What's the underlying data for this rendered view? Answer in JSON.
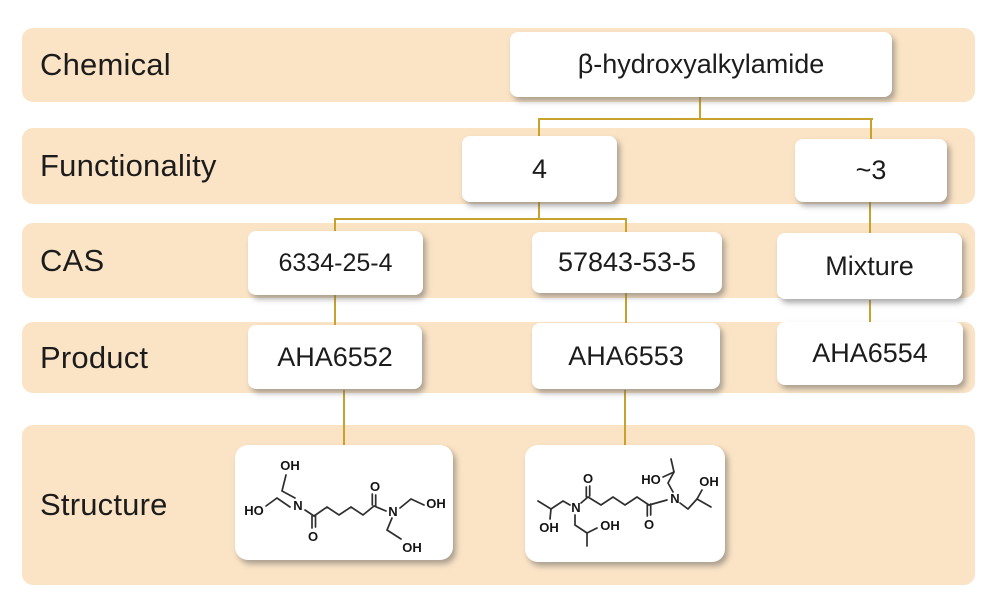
{
  "palette": {
    "background": "#ffffff",
    "band": "#fbe4c6",
    "connector": "#c7a32d",
    "box_bg": "#ffffff",
    "text": "#1c1c1c",
    "bond": "#2e2e2e"
  },
  "row_labels": {
    "chemical": "Chemical",
    "functionality": "Functionality",
    "cas": "CAS",
    "product": "Product",
    "structure": "Structure"
  },
  "nodes": {
    "chemical": "β-hydroxyalkylamide",
    "functionality_4": "4",
    "functionality_3": "~3",
    "cas_1": "6334-25-4",
    "cas_2": "57843-53-5",
    "cas_3": "Mixture",
    "product_1": "AHA6552",
    "product_2": "AHA6553",
    "product_3": "AHA6554"
  },
  "structures": {
    "aha6552": {
      "atom_labels": {
        "oh_top": "OH",
        "ho_left": "HO",
        "n_left": "N",
        "o_down": "O",
        "o_up": "O",
        "n_right": "N",
        "oh_right": "OH",
        "oh_bottom": "OH"
      }
    },
    "aha6553": {
      "atom_labels": {
        "oh_left": "OH",
        "n_left": "N",
        "o_up": "O",
        "oh_mid": "OH",
        "ho_top": "HO",
        "n_right": "N",
        "oh_top_right": "OH",
        "o_down": "O"
      }
    }
  }
}
